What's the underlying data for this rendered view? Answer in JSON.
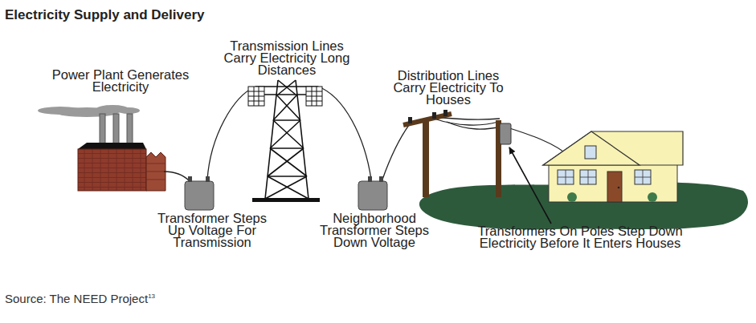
{
  "diagram": {
    "title": "Electricity Supply and Delivery",
    "caption": "Source: The NEED Project",
    "labels": [
      "Power Plant Generates Electricity",
      "Transmission Lines Carry Electricity Long Distances",
      "Distribution Lines Carry Electricity To Houses",
      "Transformer Steps Up Voltage For Transmission",
      "Neighborhood Transformer Steps Down Voltage",
      "Transformers On Poles Step Down Electricity Before It Enters Houses",
      "13"
    ]
  }
}
